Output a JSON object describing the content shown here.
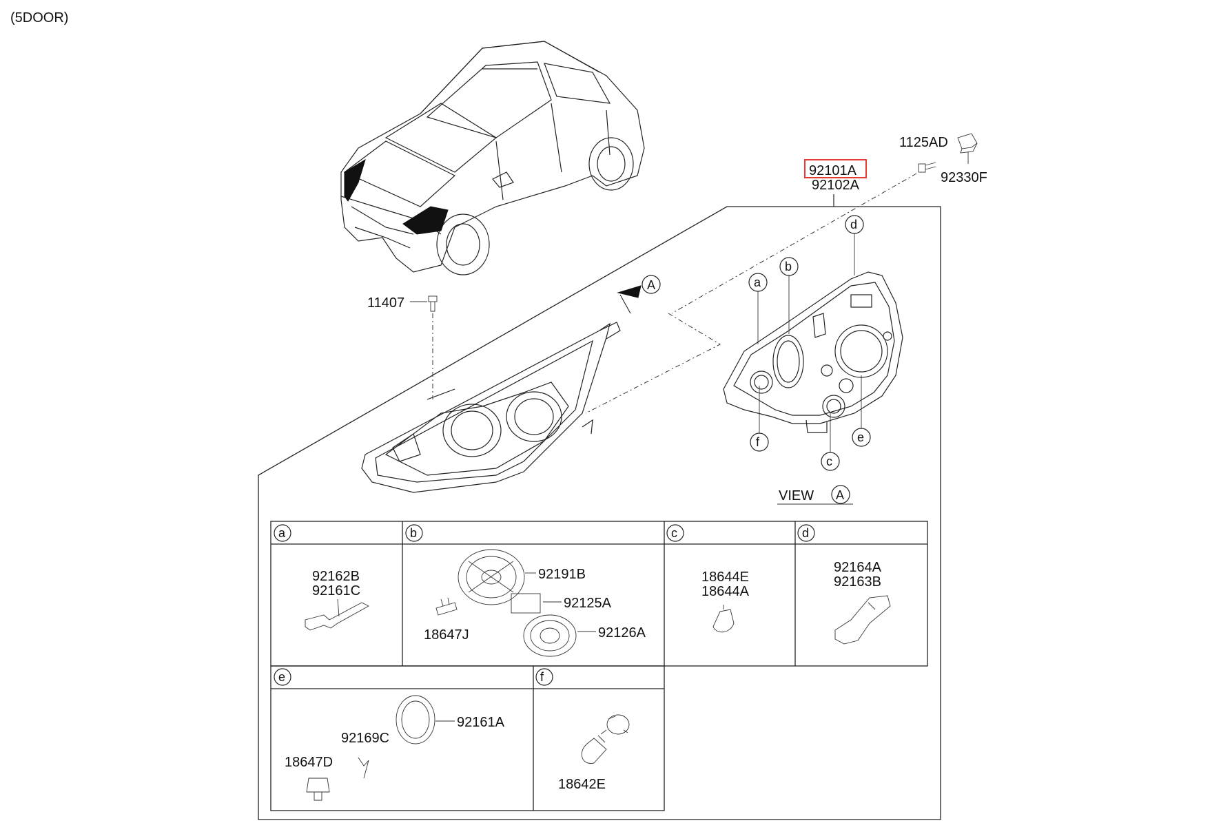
{
  "header": {
    "variant": "(5DOOR)"
  },
  "highlight_color": "#e53935",
  "assembly": {
    "part_highlighted": "92101A",
    "part_pair": "92102A",
    "bolt": "1125AD",
    "connector": "92330F",
    "screw": "11407",
    "view_arrow_letter": "A",
    "view_label": "VIEW",
    "view_letter": "A"
  },
  "callouts": [
    "a",
    "b",
    "c",
    "d",
    "e",
    "f"
  ],
  "table": {
    "a": {
      "letter": "a",
      "parts": [
        "92162B",
        "92161C"
      ]
    },
    "b": {
      "letter": "b",
      "parts": [
        "92191B",
        "92125A",
        "18647J",
        "92126A"
      ]
    },
    "c": {
      "letter": "c",
      "parts": [
        "18644E",
        "18644A"
      ]
    },
    "d": {
      "letter": "d",
      "parts": [
        "92164A",
        "92163B"
      ]
    },
    "e": {
      "letter": "e",
      "parts": [
        "92161A",
        "92169C",
        "18647D"
      ]
    },
    "f": {
      "letter": "f",
      "parts": [
        "18642E"
      ]
    }
  }
}
